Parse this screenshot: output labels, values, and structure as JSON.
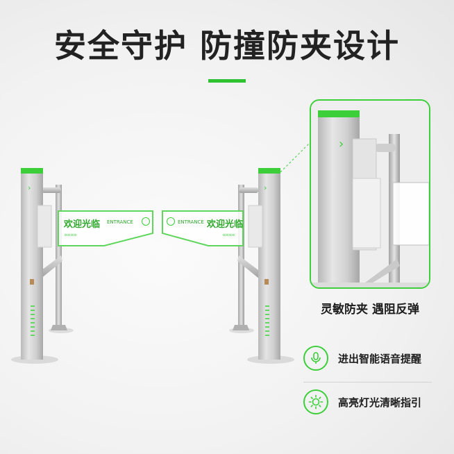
{
  "title": "安全守护  防撞防夹设计",
  "sign_left": {
    "cn": "欢迎光临",
    "en": "ENTRANCE"
  },
  "sign_right": {
    "cn": "欢迎光临",
    "en": "ENTRANCE"
  },
  "detail_caption": "灵敏防夹  遇阻反弹",
  "features": [
    {
      "icon": "microphone-icon",
      "label": "进出智能语音提醒"
    },
    {
      "icon": "sun-light-icon",
      "label": "高亮灯光清晰指引"
    }
  ],
  "colors": {
    "accent": "#3ccf3a",
    "text": "#222222"
  }
}
